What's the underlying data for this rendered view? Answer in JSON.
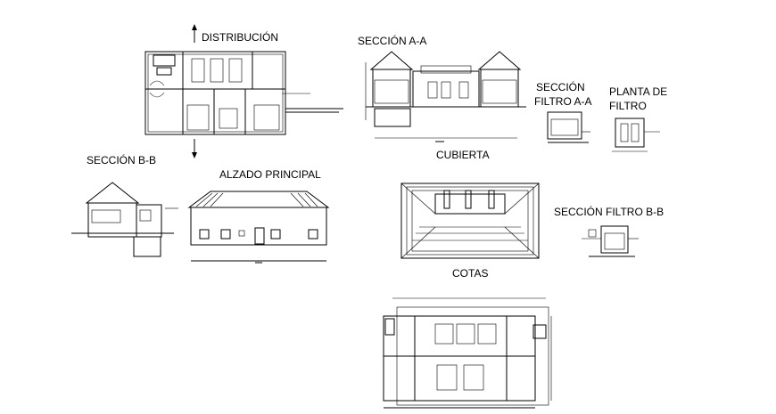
{
  "labels": {
    "distribucion": "DISTRIBUCIÓN",
    "seccion_aa": "SECCIÓN A-A",
    "seccion_filtro_aa_1": "SECCIÓN",
    "seccion_filtro_aa_2": "FILTRO A-A",
    "planta_filtro_1": "PLANTA DE",
    "planta_filtro_2": "FILTRO",
    "cubierta": "CUBIERTA",
    "seccion_bb": "SECCIÓN B-B",
    "alzado_principal": "ALZADO PRINCIPAL",
    "seccion_filtro_bb": "SECCIÓN FILTRO B-B",
    "cotas": "COTAS"
  }
}
